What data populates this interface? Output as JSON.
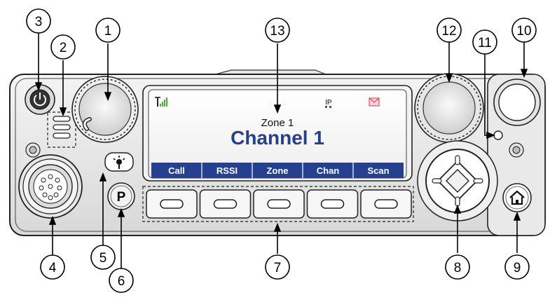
{
  "display": {
    "zone": "Zone 1",
    "channel": "Channel 1",
    "ip_icon_text": "IP",
    "icons": [
      "signal-strength-icon",
      "ip-icon",
      "message-icon"
    ]
  },
  "soft_keys": [
    "Call",
    "RSSI",
    "Zone",
    "Chan",
    "Scan"
  ],
  "p_button_label": "P",
  "callouts": [
    "1",
    "2",
    "3",
    "4",
    "5",
    "6",
    "7",
    "8",
    "9",
    "10",
    "11",
    "12",
    "13"
  ],
  "colors": {
    "soft_key_bar": "#25408f",
    "channel_text": "#25408f",
    "signal_bars": "#4caf3a",
    "message_icon": "#d23a4a",
    "outline": "#000000"
  }
}
